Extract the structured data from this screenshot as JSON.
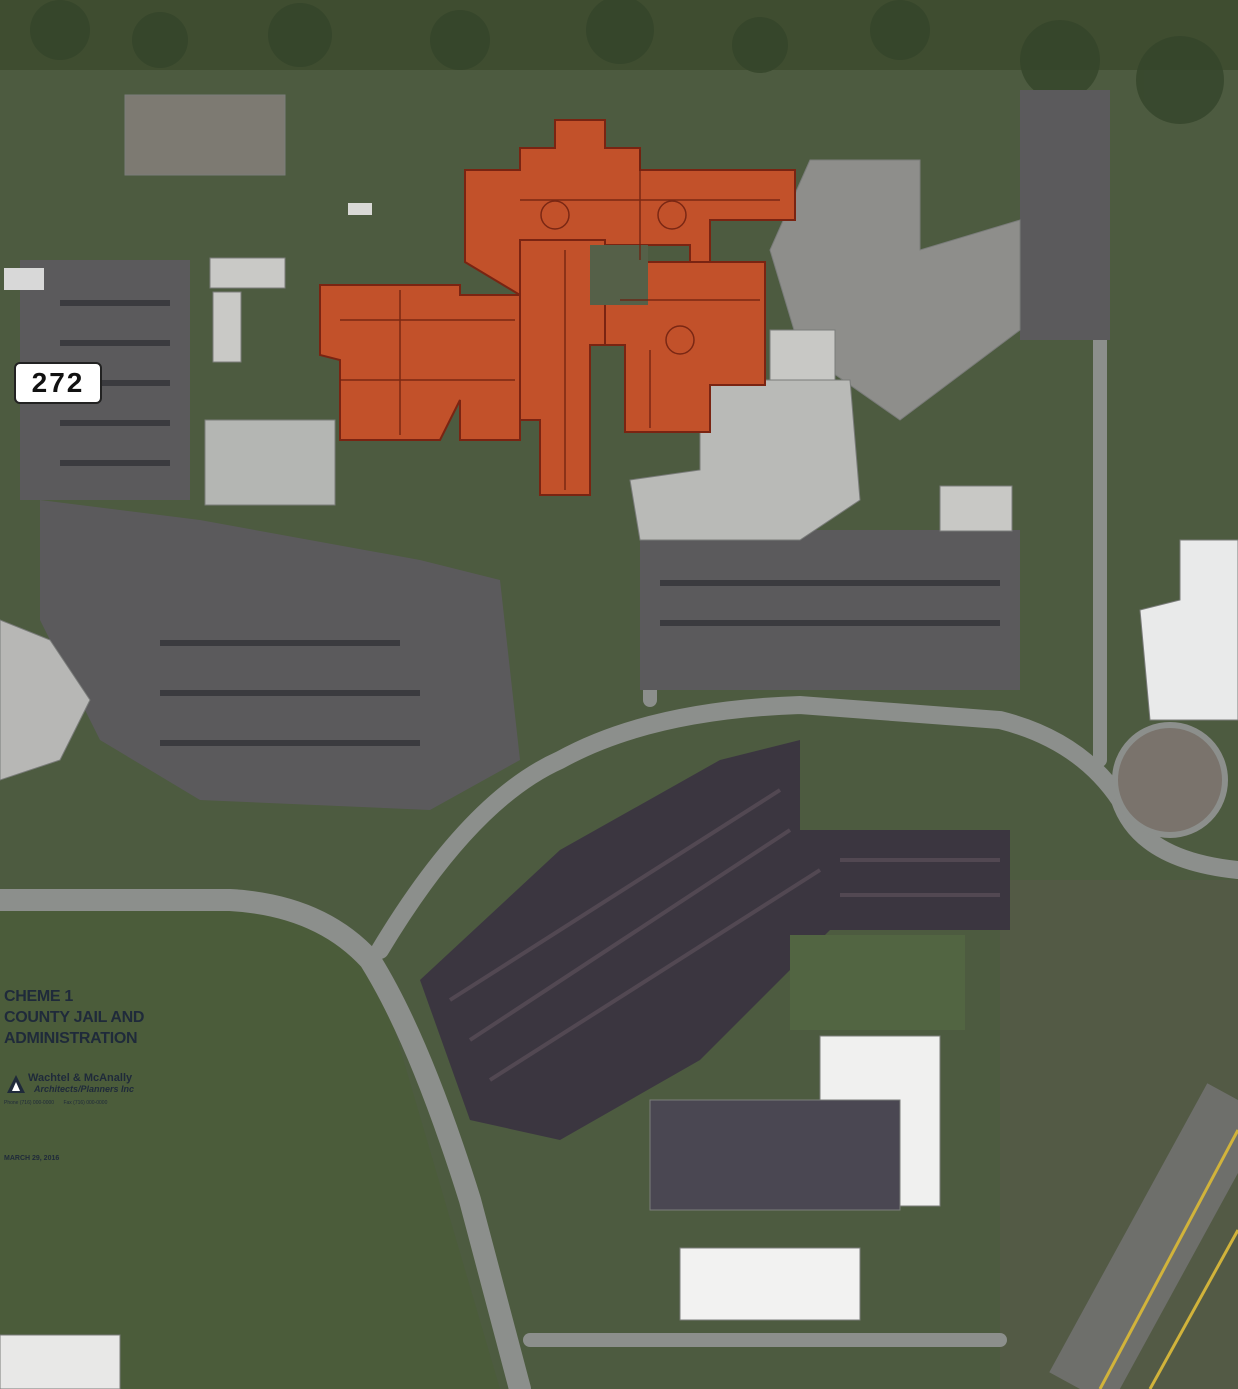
{
  "map": {
    "route_shield": "272",
    "site_label_lines": [
      "CHEME 1",
      "COUNTY JAIL AND",
      "ADMINISTRATION"
    ],
    "firm_name": "Wachtel & McAnally",
    "firm_subtitle": "Architects/Planners Inc",
    "firm_contact_left": "Phone (716) 000-0000",
    "firm_contact_right": "Fax (716) 000-0000",
    "plan_date": "MARCH 29, 2016",
    "colors": {
      "proposed_footprint": "#c2512a",
      "grass": "#4a5a3c",
      "pavement": "#5e5f5c",
      "parking_lot": "#3b3640",
      "roof": "#9a9c9a"
    }
  }
}
